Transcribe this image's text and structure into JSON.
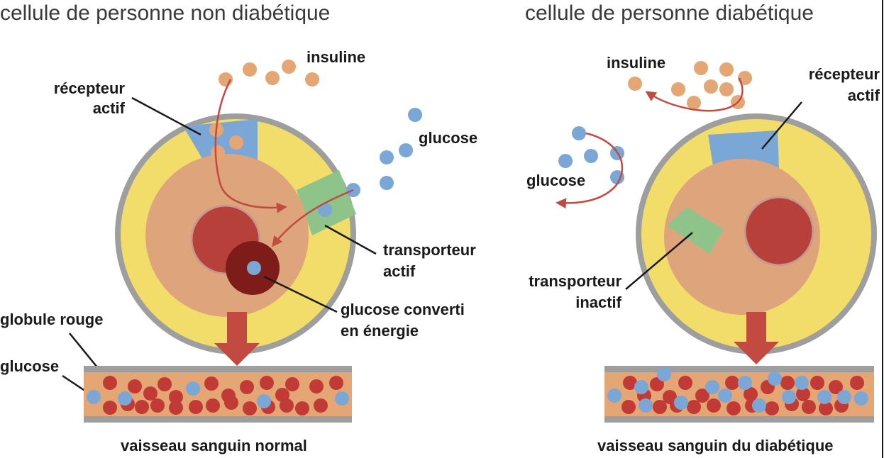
{
  "titles": {
    "left": "cellule de personne non diabétique",
    "right": "cellule de personne diabétique"
  },
  "left_labels": {
    "insuline": "insuline",
    "recepteur_1": "récepteur",
    "recepteur_2": "actif",
    "glucose_top": "glucose",
    "transporteur_1": "transporteur",
    "transporteur_2": "actif",
    "converti_1": "glucose converti",
    "converti_2": "en énergie",
    "globule_rouge": "globule rouge",
    "glucose_vessel": "glucose",
    "vessel": "vaisseau sanguin normal"
  },
  "right_labels": {
    "insuline": "insuline",
    "recepteur_1": "récepteur",
    "recepteur_2": "actif",
    "glucose": "glucose",
    "transporteur_1": "transporteur",
    "transporteur_2": "inactif",
    "vessel": "vaisseau sanguin du diabétique"
  },
  "colors": {
    "membrane": "#9e9e9e",
    "cytoplasm_outer": "#f2dd6a",
    "cytoplasm_inner": "#dea57d",
    "nucleus": "#b8403b",
    "energy": "#7d1c18",
    "receptor": "#7ba7d6",
    "transporter": "#8ec38a",
    "insulin": "#e4a675",
    "glucose": "#7ba7d6",
    "red_cell": "#c23a36",
    "vessel_fill": "#e4a675",
    "vessel_wall": "#9e9e9e",
    "arrow": "#c24a40"
  }
}
